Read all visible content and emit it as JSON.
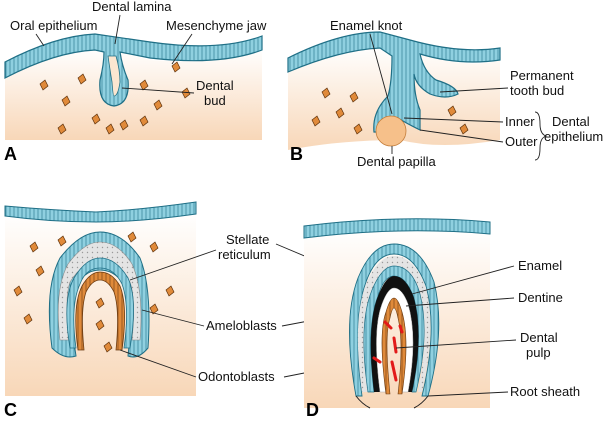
{
  "panels": [
    "A",
    "B",
    "C",
    "D"
  ],
  "labels": {
    "oral_epithelium": "Oral epithelium",
    "dental_lamina": "Dental lamina",
    "mesenchyme_jaw": "Mesenchyme jaw",
    "dental_bud_1": "Dental",
    "dental_bud_2": "bud",
    "enamel_knot": "Enamel knot",
    "permanent_1": "Permanent",
    "permanent_2": "tooth bud",
    "inner": "Inner",
    "outer": "Outer",
    "dental_epi_1": "Dental",
    "dental_epi_2": "epithelium",
    "dental_papilla": "Dental papilla",
    "stellate_1": "Stellate",
    "stellate_2": "reticulum",
    "ameloblasts": "Ameloblasts",
    "odontoblasts": "Odontoblasts",
    "enamel": "Enamel",
    "dentine": "Dentine",
    "pulp_1": "Dental",
    "pulp_2": "pulp",
    "root_sheath": "Root sheath"
  },
  "colors": {
    "epithelium": "#8fd0e0",
    "mesenchyme_top": "#ffffff",
    "mesenchyme_bottom": "#f8d7b8",
    "cell": "#e08a3a",
    "papilla": "#f6c08a",
    "enamel": "#111111",
    "vessels": "#e21a1a"
  }
}
